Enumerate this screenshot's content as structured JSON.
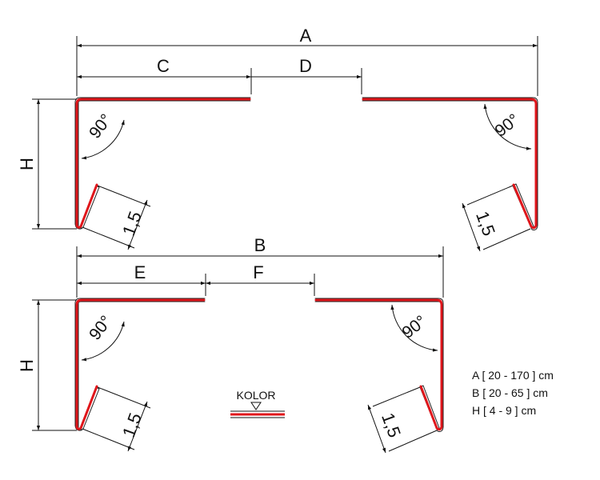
{
  "dimension_labels": {
    "A": "A",
    "B": "B",
    "C": "C",
    "D": "D",
    "E": "E",
    "F": "F",
    "H_top": "H",
    "H_bottom": "H"
  },
  "angles": {
    "top_left": "90°",
    "top_right": "90°",
    "bottom_left": "90°",
    "bottom_right": "90°"
  },
  "lip": {
    "top_left": "1,5",
    "top_right": "1,5",
    "bottom_left": "1,5",
    "bottom_right": "1,5"
  },
  "kolor_label": "KOLOR",
  "ranges": [
    "A [ 20 - 170 ] cm",
    "B [ 20 - 65 ] cm",
    "H [ 4 - 9 ] cm"
  ],
  "colors": {
    "paint_side": "#e0161b",
    "lines": "#111111"
  }
}
